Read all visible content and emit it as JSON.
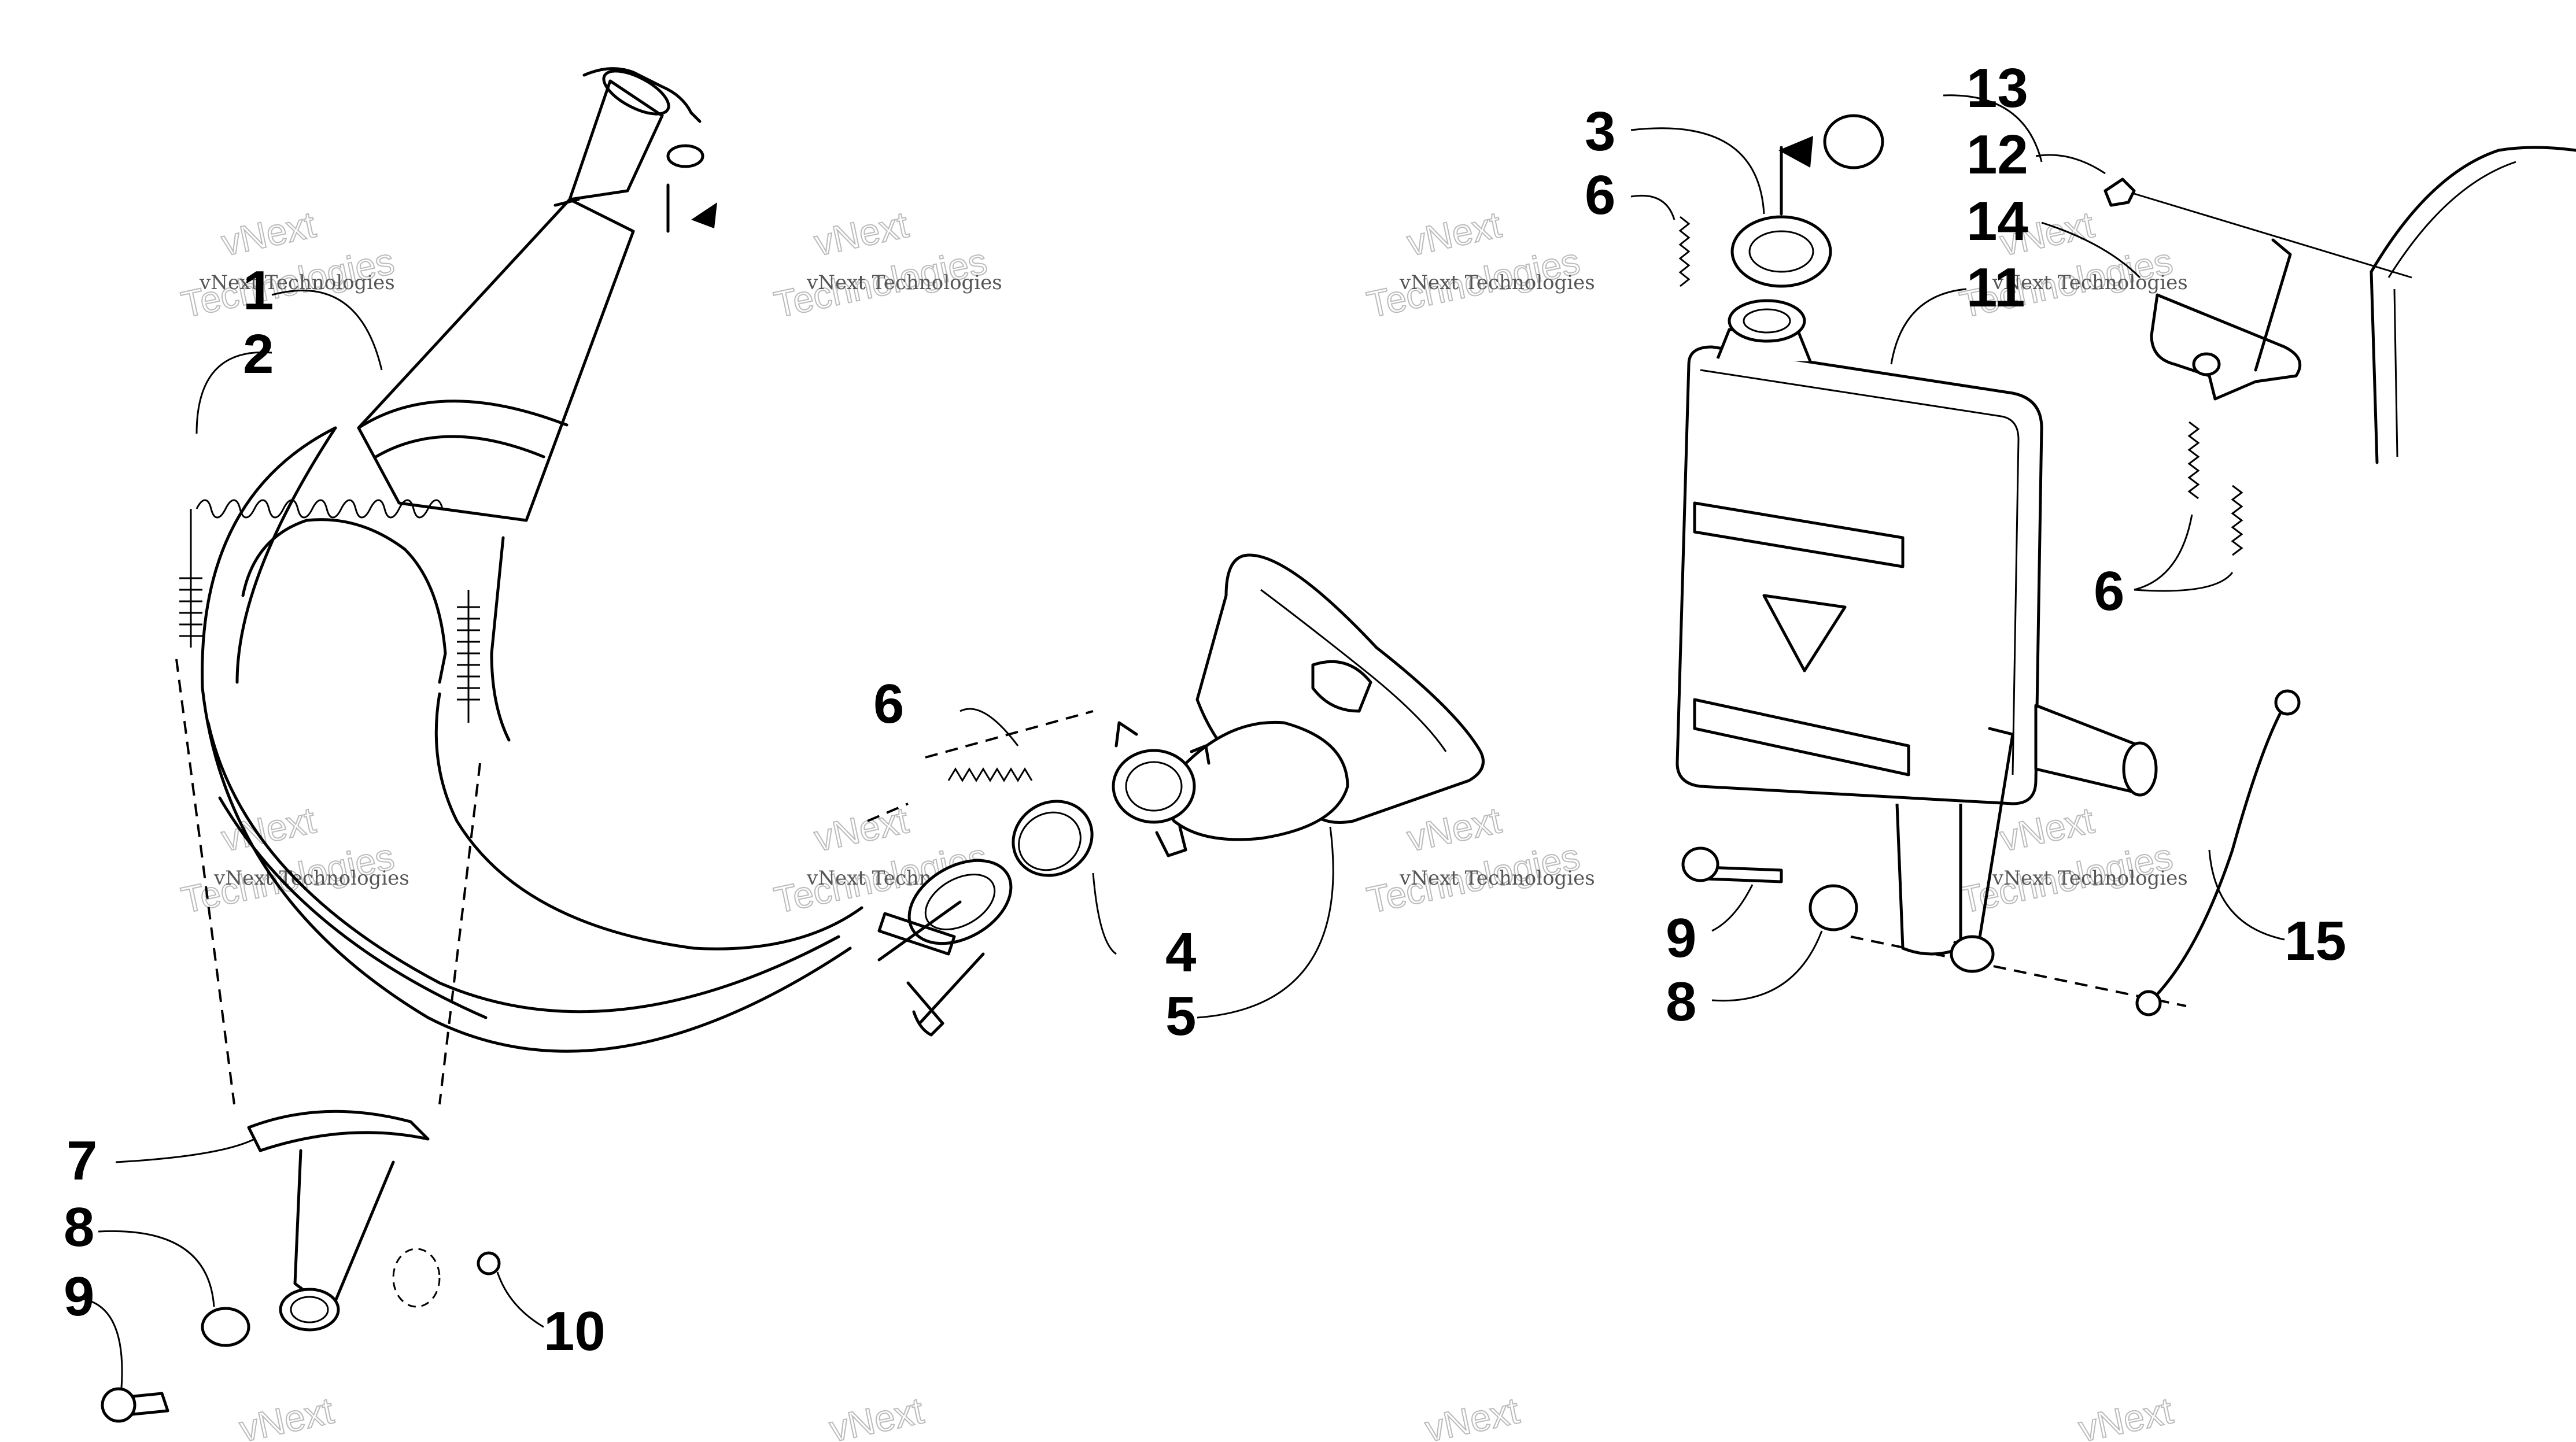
{
  "watermark": {
    "line1": "vNext Technologies",
    "line2": "vNext",
    "line3": "Technologies"
  },
  "callouts": {
    "c1": "1",
    "c2": "2",
    "c3": "3",
    "c4": "4",
    "c5": "5",
    "c6a": "6",
    "c6b": "6",
    "c6c": "6",
    "c7": "7",
    "c8a": "8",
    "c8b": "8",
    "c9a": "9",
    "c9b": "9",
    "c10": "10",
    "c11": "11",
    "c12": "12",
    "c13": "13",
    "c14": "14",
    "c15": "15"
  }
}
